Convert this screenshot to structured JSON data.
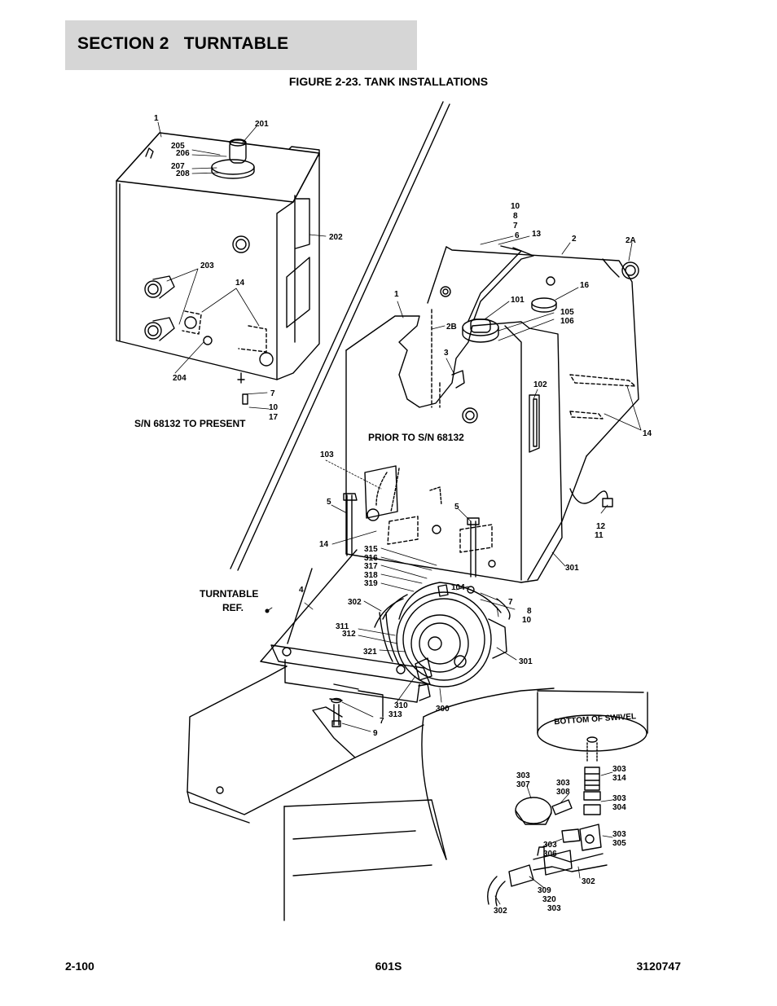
{
  "header": {
    "title": "SECTION 2   TURNTABLE"
  },
  "figure": {
    "title": "FIGURE 2-23. TANK INSTALLATIONS"
  },
  "captions": {
    "left": "S/N 68132 TO PRESENT",
    "right": "PRIOR TO S/N 68132",
    "turntable_1": "TURNTABLE",
    "turntable_2": "REF.",
    "swivel": "BOTTOM OF SWIVEL"
  },
  "callouts": {
    "c1a": "1",
    "c201": "201",
    "c205": "205",
    "c206": "206",
    "c207": "207",
    "c208": "208",
    "c202": "202",
    "c203": "203",
    "c14a": "14",
    "c204": "204",
    "c7a": "7",
    "c10a": "10",
    "c17": "17",
    "c10b": "10",
    "c8a": "8",
    "c7b": "7",
    "c6": "6",
    "c13": "13",
    "c2": "2",
    "c2A": "2A",
    "c16": "16",
    "c1b": "1",
    "c101": "101",
    "c105": "105",
    "c106": "106",
    "c2B": "2B",
    "c3": "3",
    "c102": "102",
    "c14b": "14",
    "c103": "103",
    "c5a": "5",
    "c5b": "5",
    "c12": "12",
    "c11": "11",
    "c14c": "14",
    "c315": "315",
    "c316": "316",
    "c317": "317",
    "c318": "318",
    "c319": "319",
    "c301a": "301",
    "c104": "104",
    "c7c": "7",
    "c8b": "8",
    "c10c": "10",
    "c4": "4",
    "c302a": "302",
    "c311": "311",
    "c312": "312",
    "c321": "321",
    "c301b": "301",
    "c310": "310",
    "c313": "313",
    "c300": "300",
    "c7d": "7",
    "c9": "9",
    "c303a": "303",
    "c314": "314",
    "c303b": "303",
    "c307": "307",
    "c303c": "303",
    "c308": "308",
    "c303d": "303",
    "c304": "304",
    "c303e": "303",
    "c305": "305",
    "c303f": "303",
    "c306": "306",
    "c302b": "302",
    "c309": "309",
    "c320": "320",
    "c303g": "303",
    "c302c": "302"
  },
  "footer": {
    "page": "2-100",
    "model": "601S",
    "doc_number": "3120747"
  }
}
